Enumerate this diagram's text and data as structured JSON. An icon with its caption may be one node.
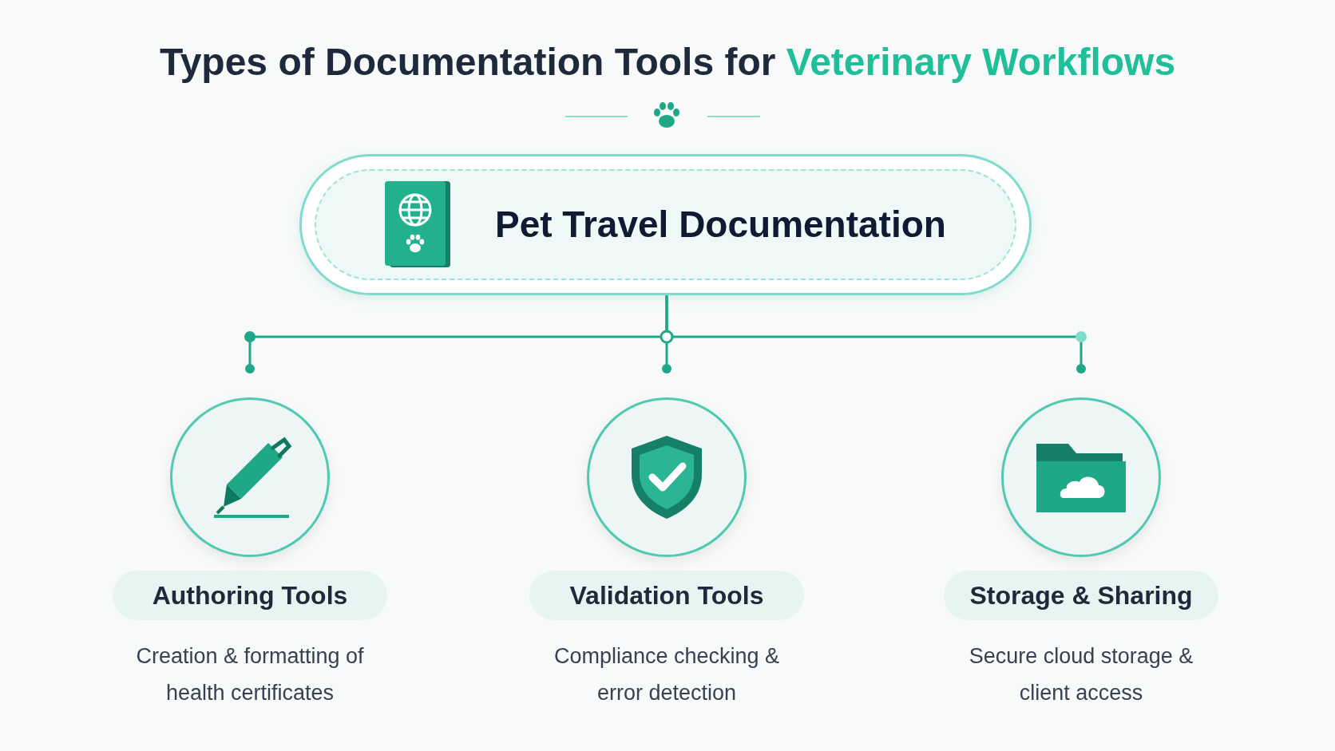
{
  "diagram": {
    "title": "Types of Documentation Tools for **Veterinary Workflows**",
    "nodes": [
      {
        "text": [
          "Pet Travel Documentation"
        ]
      },
      {
        "text": [
          "Authoring Tools",
          "Creation & formatting of health certificates"
        ]
      },
      {
        "text": [
          "Validation Tools",
          "Compliance checking & error detection"
        ]
      },
      {
        "text": [
          "Storage & Sharing",
          "Secure cloud storage & client access"
        ]
      }
    ],
    "edges": [
      {
        "from": 0,
        "to": 1,
        "arrow": "other"
      },
      {
        "from": 0,
        "to": 2,
        "arrow": "other"
      },
      {
        "from": 0,
        "to": 3,
        "arrow": "other"
      }
    ]
  }
}
